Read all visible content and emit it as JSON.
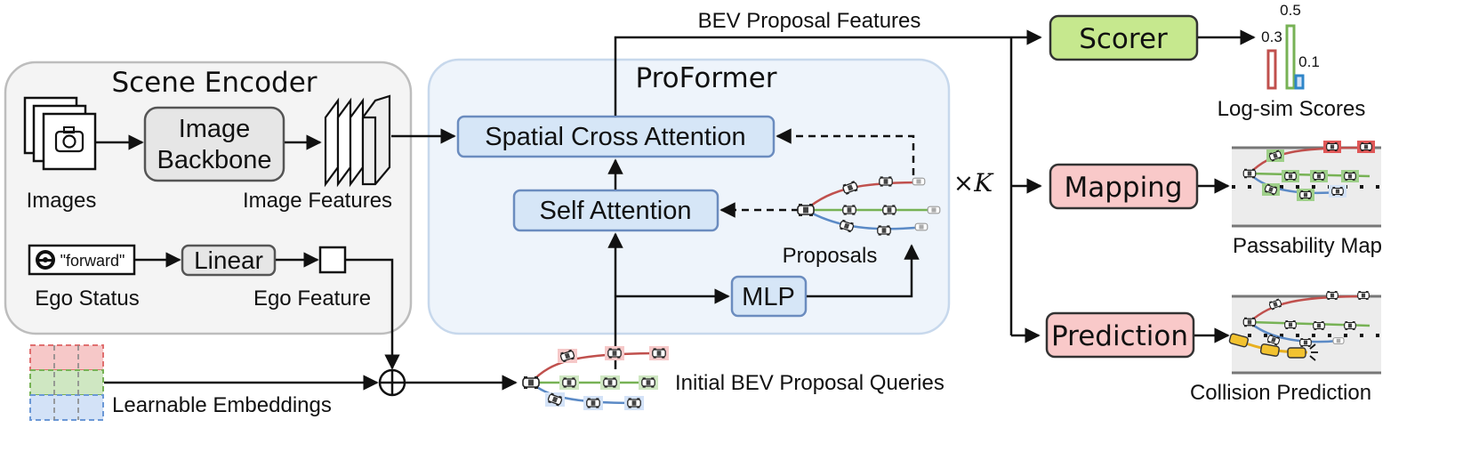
{
  "scene_encoder": {
    "title": "Scene Encoder",
    "images_label": "Images",
    "backbone_label_line1": "Image",
    "backbone_label_line2": "Backbone",
    "image_features_label": "Image Features",
    "ego_command": "\"forward\"",
    "linear_label": "Linear",
    "ego_status_label": "Ego Status",
    "ego_feature_label": "Ego Feature"
  },
  "proformer": {
    "title": "ProFormer",
    "spatial_cross_attention": "Spatial Cross Attention",
    "self_attention": "Self Attention",
    "mlp": "MLP",
    "proposals_label": "Proposals",
    "repeat_label": "×K"
  },
  "inputs": {
    "learnable_embeddings": "Learnable Embeddings",
    "initial_queries": "Initial BEV Proposal Queries",
    "bev_proposal_features": "BEV Proposal Features"
  },
  "heads": {
    "scorer": "Scorer",
    "mapping": "Mapping",
    "prediction": "Prediction",
    "log_sim_scores": "Log-sim Scores",
    "passability_map": "Passability Map",
    "collision_prediction": "Collision Prediction"
  },
  "scores": {
    "red": 0.3,
    "green": 0.5,
    "blue": 0.1,
    "red_label": "0.3",
    "green_label": "0.5",
    "blue_label": "0.1"
  },
  "colors": {
    "red": "#c0504d",
    "green": "#77b255",
    "blue": "#5b8ac6",
    "scorer_fill": "#c6e88e",
    "head_fill": "#f9c9c9",
    "module_fill": "#d6e6f7",
    "panel_gray": "#f4f4f4",
    "panel_blue": "#eef4fb"
  }
}
